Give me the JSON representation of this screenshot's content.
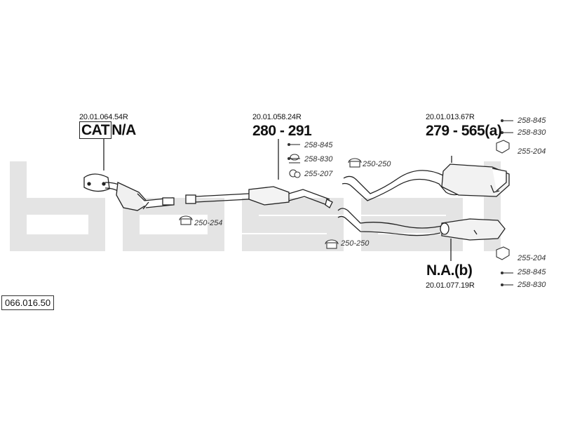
{
  "watermark": {
    "text": "bosal",
    "color": "#e6e6e6"
  },
  "part_number": "066.016.50",
  "components": {
    "catalyst": {
      "code": "20.01.064.54R",
      "box_label": "CAT",
      "label": "N/A"
    },
    "middle_silencer": {
      "code": "20.01.058.24R",
      "label": "280 - 291"
    },
    "rear_silencer_a": {
      "code": "20.01.013.67R",
      "label": "279 - 565(a)"
    },
    "rear_silencer_b": {
      "code": "20.01.077.19R",
      "label": "N.A.(b)"
    }
  },
  "refs": {
    "r1": "258-845",
    "r2": "258-830",
    "r3": "255-207",
    "r4": "250-254",
    "r5": "250-250",
    "r6": "250-250",
    "r7": "258-845",
    "r8": "258-830",
    "r9": "255-204",
    "r10": "255-204",
    "r11": "258-845",
    "r12": "258-830"
  }
}
